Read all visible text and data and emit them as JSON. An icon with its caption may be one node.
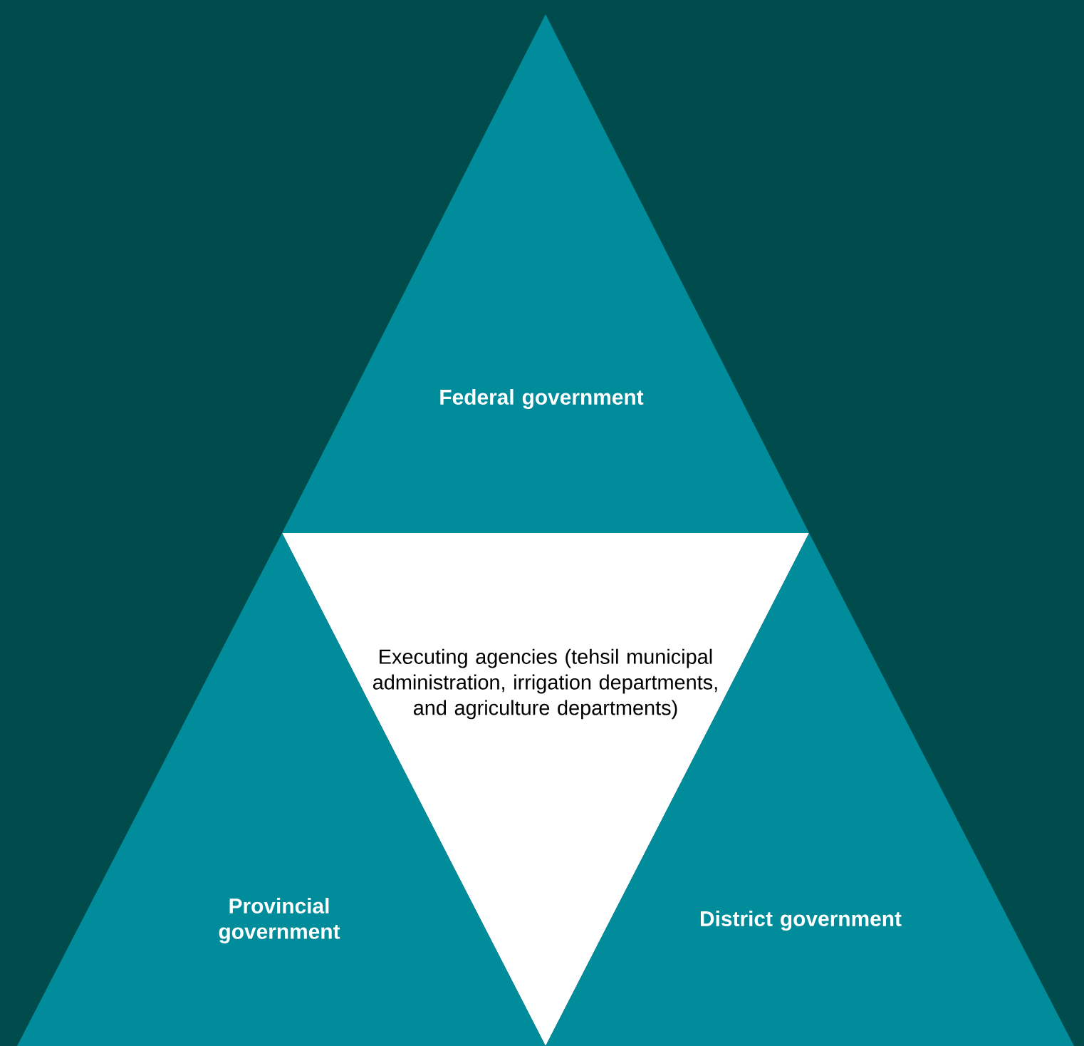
{
  "diagram": {
    "nodes": [
      {
        "text": [
          "Federal government"
        ]
      },
      {
        "text": [
          "Executing agencies (tehsil municipal administration, irrigation departments, and agriculture departments)"
        ]
      },
      {
        "text": [
          "Provincial government"
        ]
      },
      {
        "text": [
          "District government"
        ]
      }
    ]
  }
}
